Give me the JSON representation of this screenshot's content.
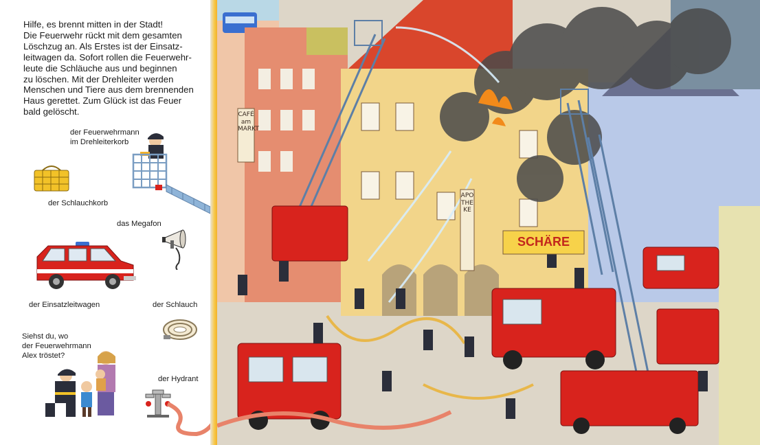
{
  "page": {
    "intro_text": "Hilfe, es brennt mitten in der Stadt!\nDie Feuerwehr rückt mit dem gesamten\nLöschzug an. Als Erstes ist der Einsatz-\nleitwagen da. Sofort rollen die Feuerwehr-\nleute die Schläuche aus und beginnen\nzu löschen. Mit der Drehleiter werden\nMenschen und Tiere aus dem brennenden\nHaus gerettet. Zum Glück ist das Feuer\nbald gelöscht."
  },
  "glossary": {
    "drehleiterkorb": "der Feuerwehrmann\nim Drehleiterkorb",
    "schlauchkorb": "der Schlauchkorb",
    "megafon": "das Megafon",
    "einsatzleitwagen": "der Einsatzleitwagen",
    "schlauch": "der Schlauch",
    "question": "Siehst du, wo\nder Feuerwehrmann\nAlex tröstet?",
    "hydrant": "der Hydrant"
  },
  "scene": {
    "cafe_sign": "CAFÉ\nam\nMARKT",
    "apotheke_sign": "APOTHEKE",
    "shop_sign": "SCHÄRE"
  },
  "colors": {
    "fire_red": "#d8231d",
    "ladder_blue": "#8fb4d8",
    "building_yellow": "#f2d58a",
    "roof_red": "#d9462c",
    "smoke": "#4a4a4a",
    "pavement": "#ddd6c8",
    "gutter_yellow": "#f7c84a"
  }
}
